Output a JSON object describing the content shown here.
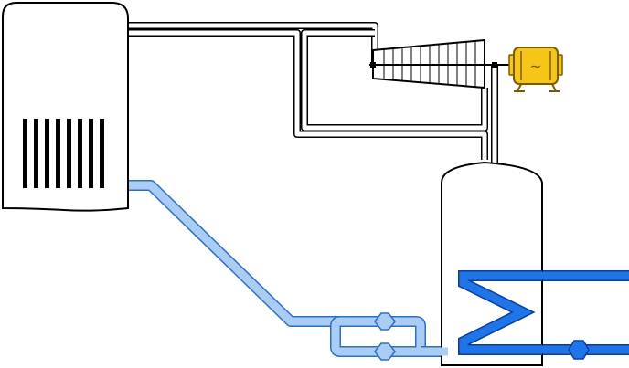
{
  "diagram": {
    "kind": "power-plant-schematic",
    "components": [
      {
        "id": "boiler",
        "icon": "boiler-icon"
      },
      {
        "id": "steam-turbine",
        "icon": "turbine-icon"
      },
      {
        "id": "generator",
        "icon": "generator-icon",
        "symbol": "~"
      },
      {
        "id": "condenser",
        "icon": "condenser-icon"
      },
      {
        "id": "feedwater-pump-top",
        "icon": "pump-icon"
      },
      {
        "id": "feedwater-pump-bottom",
        "icon": "pump-icon"
      },
      {
        "id": "cooling-water-pump",
        "icon": "pump-icon"
      }
    ],
    "colors": {
      "outline": "#000000",
      "steam_fill": "#ffffff",
      "feedwater_fill": "#a9cdf5",
      "feedwater_stroke": "#4a8fe0",
      "cooling_fill": "#1f74e8",
      "generator_fill": "#f5c518",
      "generator_stroke": "#7a5c00",
      "burner": "#000000"
    }
  }
}
